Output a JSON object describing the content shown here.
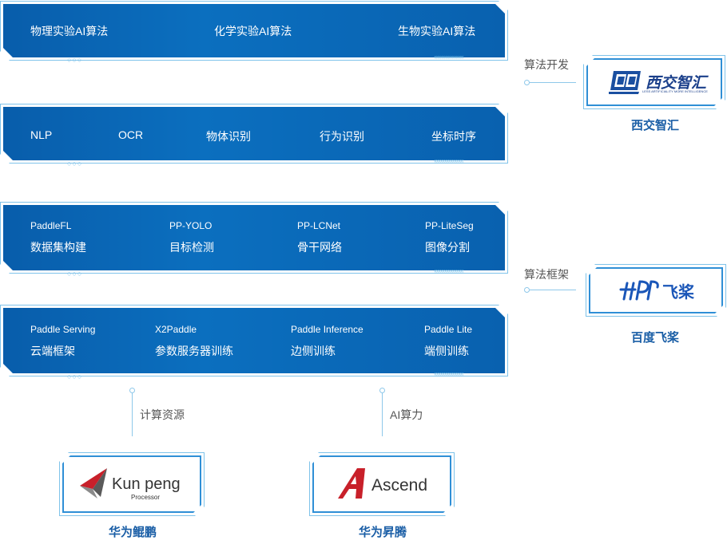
{
  "layers": {
    "algorithms": [
      "物理实验AI算法",
      "化学实验AI算法",
      "生物实验AI算法"
    ],
    "vision": [
      "NLP",
      "OCR",
      "物体识别",
      "行为识别",
      "坐标时序"
    ],
    "models": [
      {
        "name": "PaddleFL",
        "desc": "数据集构建"
      },
      {
        "name": "PP-YOLO",
        "desc": "目标检测"
      },
      {
        "name": "PP-LCNet",
        "desc": "骨干网络"
      },
      {
        "name": "PP-LiteSeg",
        "desc": "图像分割"
      }
    ],
    "deploy": [
      {
        "name": "Paddle Serving",
        "desc": "云端框架"
      },
      {
        "name": "X2Paddle",
        "desc": "参数服务器训练"
      },
      {
        "name": "Paddle Inference",
        "desc": "边侧训练"
      },
      {
        "name": "Paddle Lite",
        "desc": "端侧训练"
      }
    ]
  },
  "right": {
    "algo_dev_label": "算法开发",
    "xjtu": {
      "logo_text": "西交智汇",
      "logo_sub": "LESS ARTIFICIALITY MORE INTELLIGENCE",
      "caption": "西交智汇"
    },
    "framework_label": "算法框架",
    "paddle": {
      "logo_text": "飞桨",
      "caption": "百度飞桨"
    }
  },
  "bottom": {
    "compute_label": "计算资源",
    "ai_power_label": "AI算力",
    "kunpeng": {
      "logo_text": "Kun peng",
      "logo_sub": "Processor",
      "caption": "华为鲲鹏"
    },
    "ascend": {
      "logo_text": "Ascend",
      "caption": "华为昇腾"
    }
  },
  "colors": {
    "panel": "#0b6fbf",
    "border": "#7fc3ea",
    "caption": "#1a5ea6"
  }
}
